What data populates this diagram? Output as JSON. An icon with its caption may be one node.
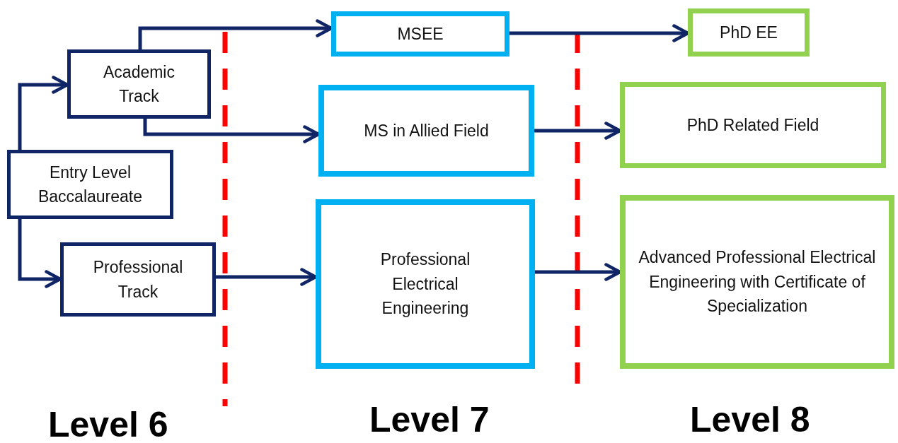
{
  "diagram": {
    "nodes": [
      {
        "text": [
          "Academic Track"
        ]
      },
      {
        "text": [
          "Entry Level Baccalaureate"
        ]
      },
      {
        "text": [
          "Professional Track"
        ]
      },
      {
        "text": [
          "MSEE"
        ]
      },
      {
        "text": [
          "MS in Allied Field"
        ]
      },
      {
        "text": [
          "Professional Electrical Engineering"
        ]
      },
      {
        "text": [
          "PhD EE"
        ]
      },
      {
        "text": [
          "PhD Related Field"
        ]
      },
      {
        "text": [
          "Advanced Professional Electrical Engineering with Certificate of Specialization"
        ]
      }
    ],
    "edges": [
      {
        "from": 1,
        "to": 0,
        "arrow": "to"
      },
      {
        "from": 1,
        "to": 2,
        "arrow": "to"
      },
      {
        "from": 0,
        "to": 3,
        "arrow": "to"
      },
      {
        "from": 0,
        "to": 4,
        "arrow": "to"
      },
      {
        "from": 2,
        "to": 5,
        "arrow": "to"
      },
      {
        "from": 3,
        "to": 6,
        "arrow": "to"
      },
      {
        "from": 4,
        "to": 7,
        "arrow": "to"
      },
      {
        "from": 5,
        "to": 8,
        "arrow": "to"
      }
    ],
    "labels": [
      "Level 6",
      "Level 7",
      "Level 8"
    ]
  }
}
